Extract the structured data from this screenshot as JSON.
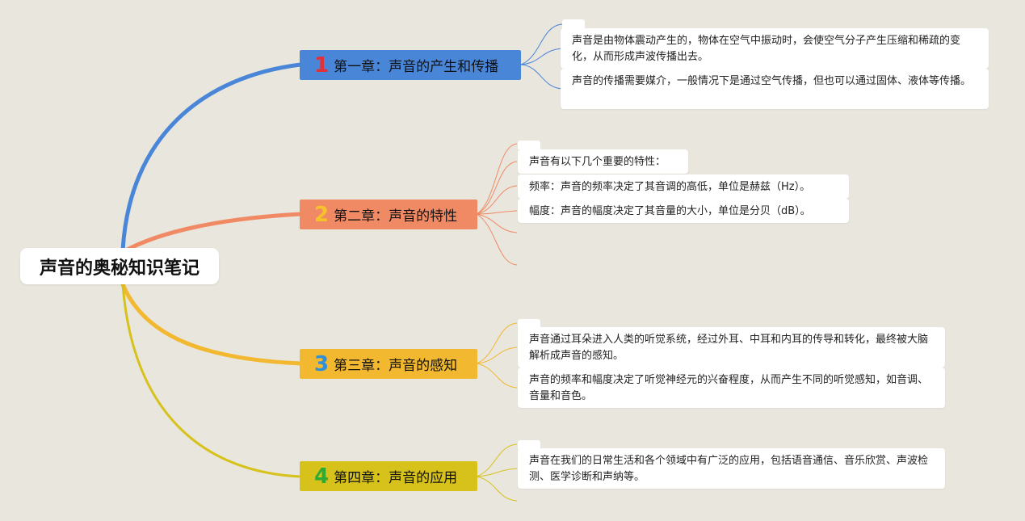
{
  "root": {
    "title": "声音的奥秘知识笔记"
  },
  "colors": {
    "background": "#e9e6de",
    "chapter1": "#4a86d8",
    "chapter2": "#f08a65",
    "chapter3": "#f2b830",
    "chapter4": "#d6c21a",
    "num1": "#e0303a",
    "num2": "#f5c22a",
    "num3": "#2f8fd8",
    "num4": "#2eaa35"
  },
  "chapters": [
    {
      "num": "1",
      "label": "第一章：声音的产生和传播",
      "notes": [
        "声音是由物体震动产生的，物体在空气中振动时，会使空气分子产生压缩和稀疏的变化，从而形成声波传播出去。",
        "声音的传播需要媒介，一般情况下是通过空气传播，但也可以通过固体、液体等传播。"
      ]
    },
    {
      "num": "2",
      "label": "第二章：声音的特性",
      "notes": [
        "声音有以下几个重要的特性：",
        "频率：声音的频率决定了其音调的高低，单位是赫兹（Hz）。",
        "幅度：声音的幅度决定了其音量的大小，单位是分贝（dB）。"
      ]
    },
    {
      "num": "3",
      "label": "第三章：声音的感知",
      "notes": [
        "声音通过耳朵进入人类的听觉系统，经过外耳、中耳和内耳的传导和转化，最终被大脑解析成声音的感知。",
        "声音的频率和幅度决定了听觉神经元的兴奋程度，从而产生不同的听觉感知，如音调、音量和音色。"
      ]
    },
    {
      "num": "4",
      "label": "第四章：声音的应用",
      "notes": [
        "声音在我们的日常生活和各个领域中有广泛的应用，包括语音通信、音乐欣赏、声波检测、医学诊断和声纳等。"
      ]
    }
  ]
}
